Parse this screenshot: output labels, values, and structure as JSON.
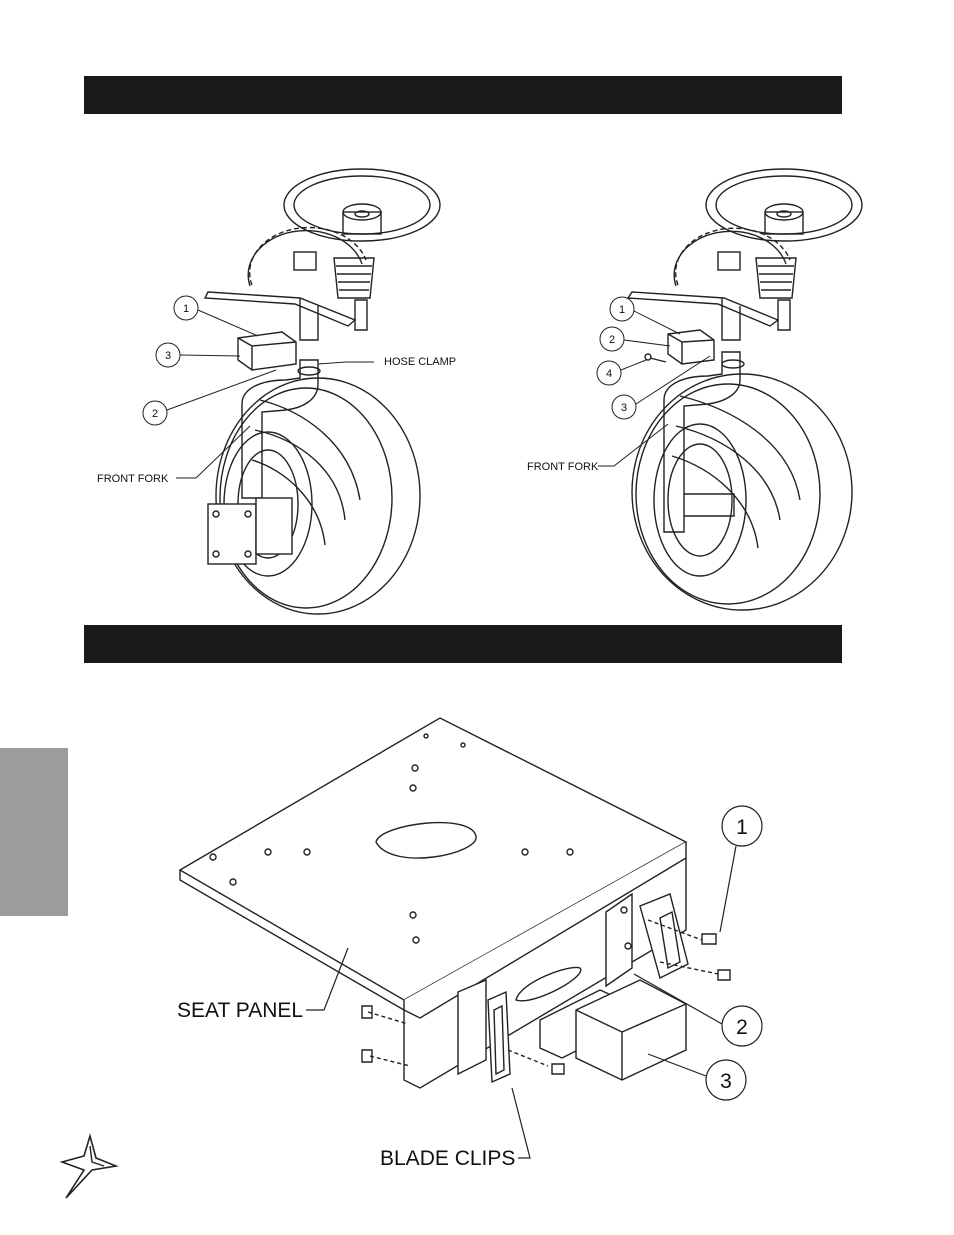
{
  "left_figure": {
    "callouts": [
      "1",
      "3",
      "2"
    ],
    "hose_clamp": "HOSE CLAMP",
    "front_fork": "FRONT FORK"
  },
  "right_figure": {
    "callouts": [
      "1",
      "2",
      "4",
      "3"
    ],
    "front_fork": "FRONT FORK"
  },
  "bottom_figure": {
    "callouts": [
      "1",
      "2",
      "3"
    ],
    "seat_panel": "SEAT PANEL",
    "blade_clips": "BLADE CLIPS"
  }
}
